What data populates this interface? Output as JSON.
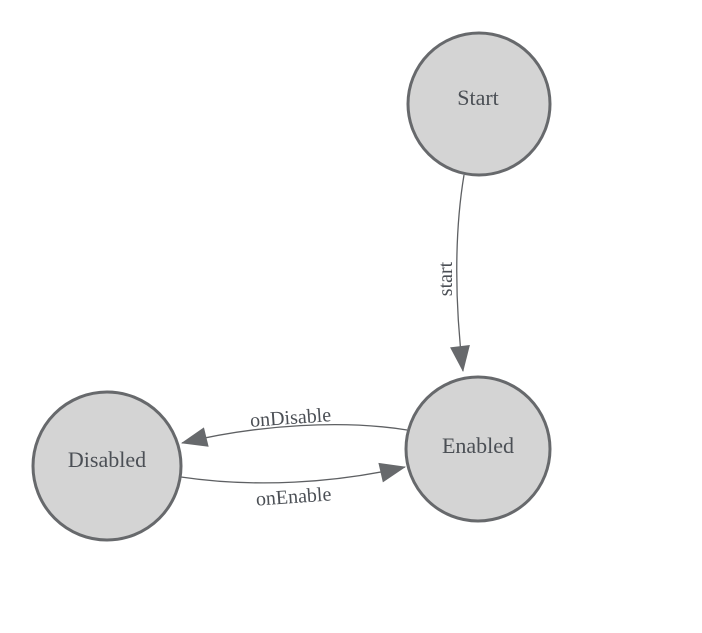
{
  "diagram": {
    "type": "state-machine",
    "states": [
      {
        "id": "start",
        "label": "Start"
      },
      {
        "id": "enabled",
        "label": "Enabled"
      },
      {
        "id": "disabled",
        "label": "Disabled"
      }
    ],
    "transitions": [
      {
        "from": "Start",
        "to": "Enabled",
        "label": "start"
      },
      {
        "from": "Enabled",
        "to": "Disabled",
        "label": "onDisable"
      },
      {
        "from": "Disabled",
        "to": "Enabled",
        "label": "onEnable"
      }
    ],
    "colors": {
      "canvas_bg": "#ffffff",
      "state_fill": "#d4d4d4",
      "state_border": "#67696c",
      "edge_line": "#5e6063",
      "arrow_fill": "#67696c",
      "label_text": "#4b4f55"
    }
  }
}
